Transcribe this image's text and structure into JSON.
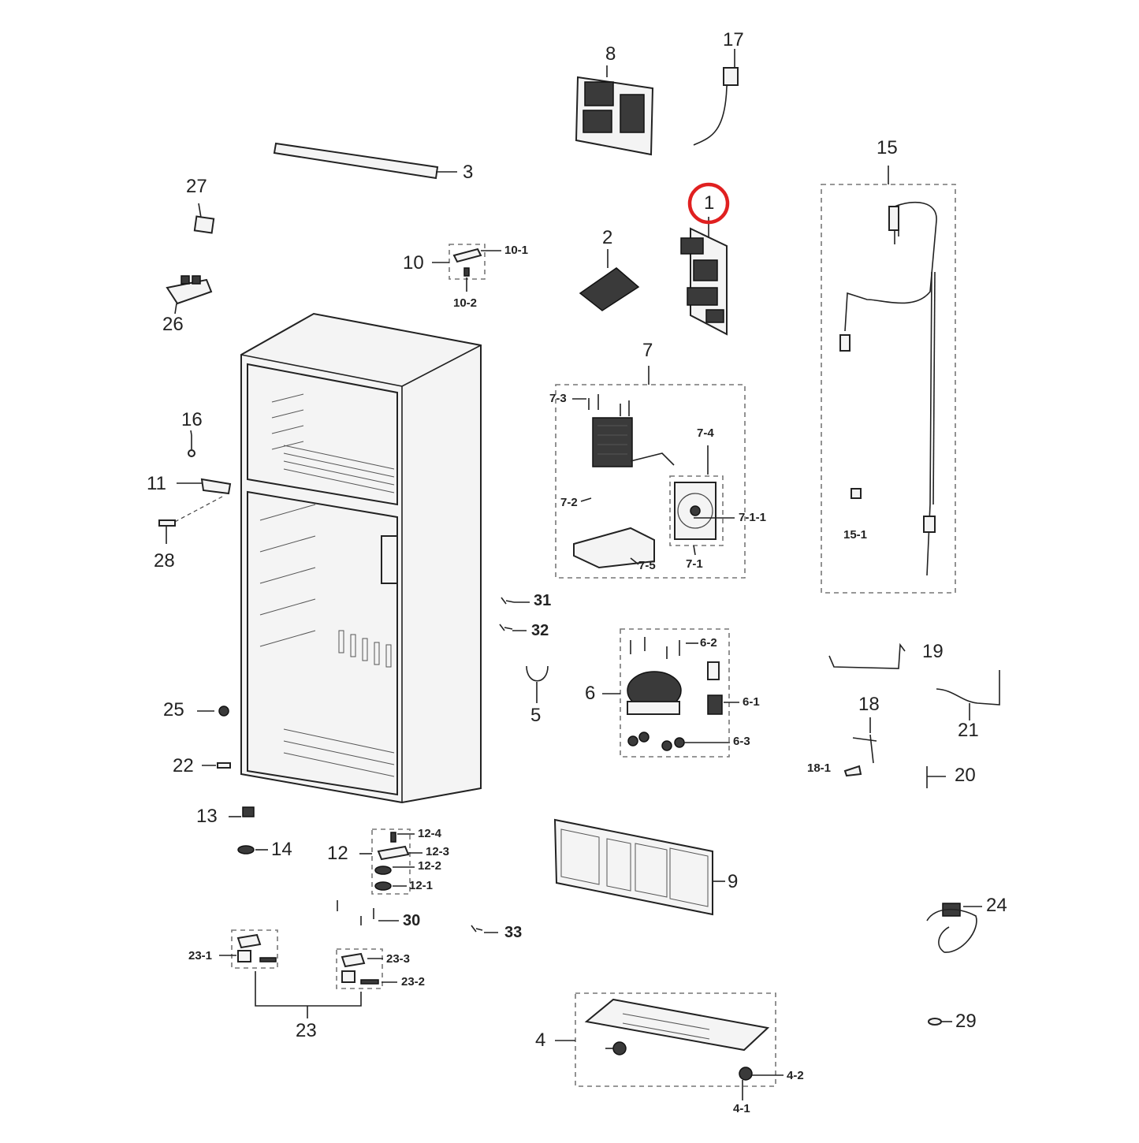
{
  "highlight": {
    "label": "1",
    "color": "#e02020"
  },
  "labels": {
    "p1": "1",
    "p2": "2",
    "p3": "3",
    "p4": "4",
    "p4_1": "4-1",
    "p4_2": "4-2",
    "p5": "5",
    "p6": "6",
    "p6_1": "6-1",
    "p6_2": "6-2",
    "p6_3": "6-3",
    "p7": "7",
    "p7_1": "7-1",
    "p7_1_1": "7-1-1",
    "p7_2": "7-2",
    "p7_3": "7-3",
    "p7_4": "7-4",
    "p7_5": "7-5",
    "p8": "8",
    "p9": "9",
    "p10": "10",
    "p10_1": "10-1",
    "p10_2": "10-2",
    "p11": "11",
    "p12": "12",
    "p12_1": "12-1",
    "p12_2": "12-2",
    "p12_3": "12-3",
    "p12_4": "12-4",
    "p13": "13",
    "p14": "14",
    "p15": "15",
    "p15_1": "15-1",
    "p16": "16",
    "p17": "17",
    "p18": "18",
    "p18_1": "18-1",
    "p19": "19",
    "p20": "20",
    "p21": "21",
    "p22": "22",
    "p23": "23",
    "p23_1": "23-1",
    "p23_2": "23-2",
    "p23_3": "23-3",
    "p24": "24",
    "p25": "25",
    "p26": "26",
    "p27": "27",
    "p28": "28",
    "p29": "29",
    "p30": "30",
    "p31": "31",
    "p32": "32",
    "p33": "33"
  }
}
